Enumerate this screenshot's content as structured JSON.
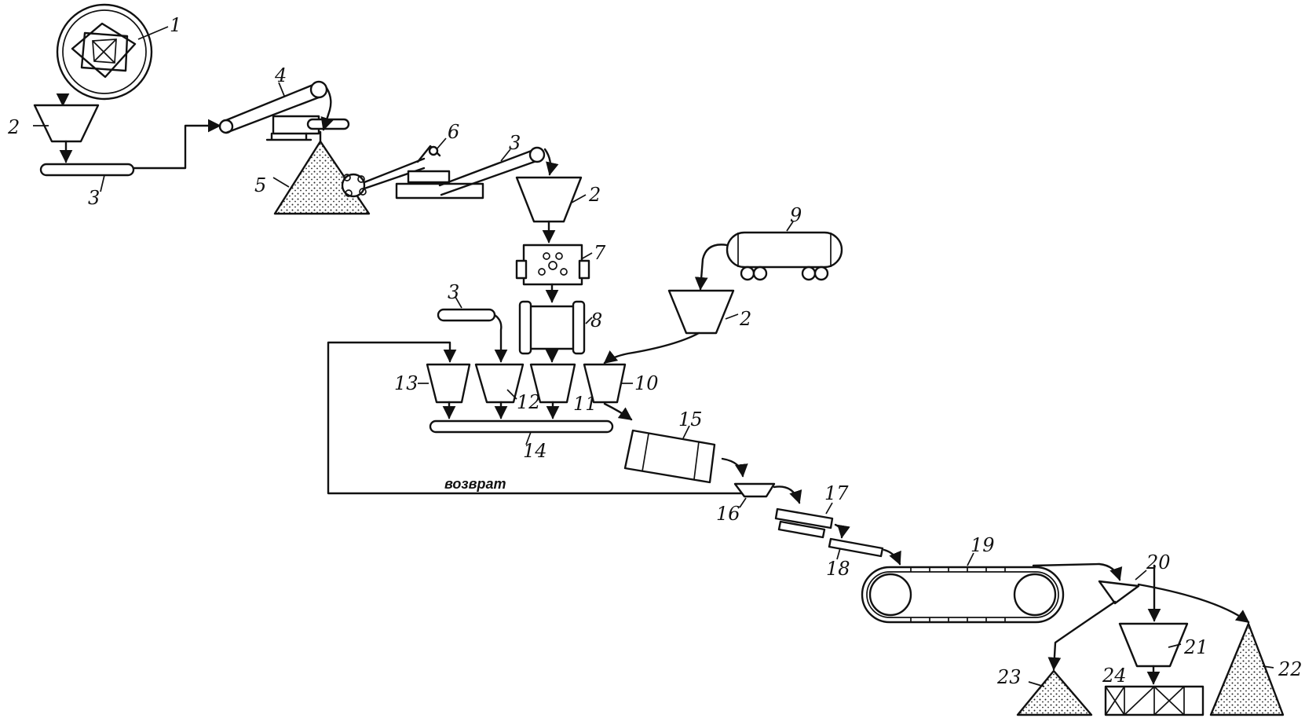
{
  "labels": {
    "n1": "1",
    "n2a": "2",
    "n3a": "3",
    "n4": "4",
    "n5": "5",
    "n6": "6",
    "n3b": "3",
    "n2b": "2",
    "n7": "7",
    "n9": "9",
    "n3c": "3",
    "n8": "8",
    "n2c": "2",
    "n13": "13",
    "n12": "12",
    "n11": "11",
    "n10": "10",
    "n14": "14",
    "n15": "15",
    "n16": "16",
    "n17": "17",
    "n18": "18",
    "n19": "19",
    "n20": "20",
    "n21": "21",
    "n22": "22",
    "n23": "23",
    "n24": "24"
  },
  "return_label": "возврат"
}
